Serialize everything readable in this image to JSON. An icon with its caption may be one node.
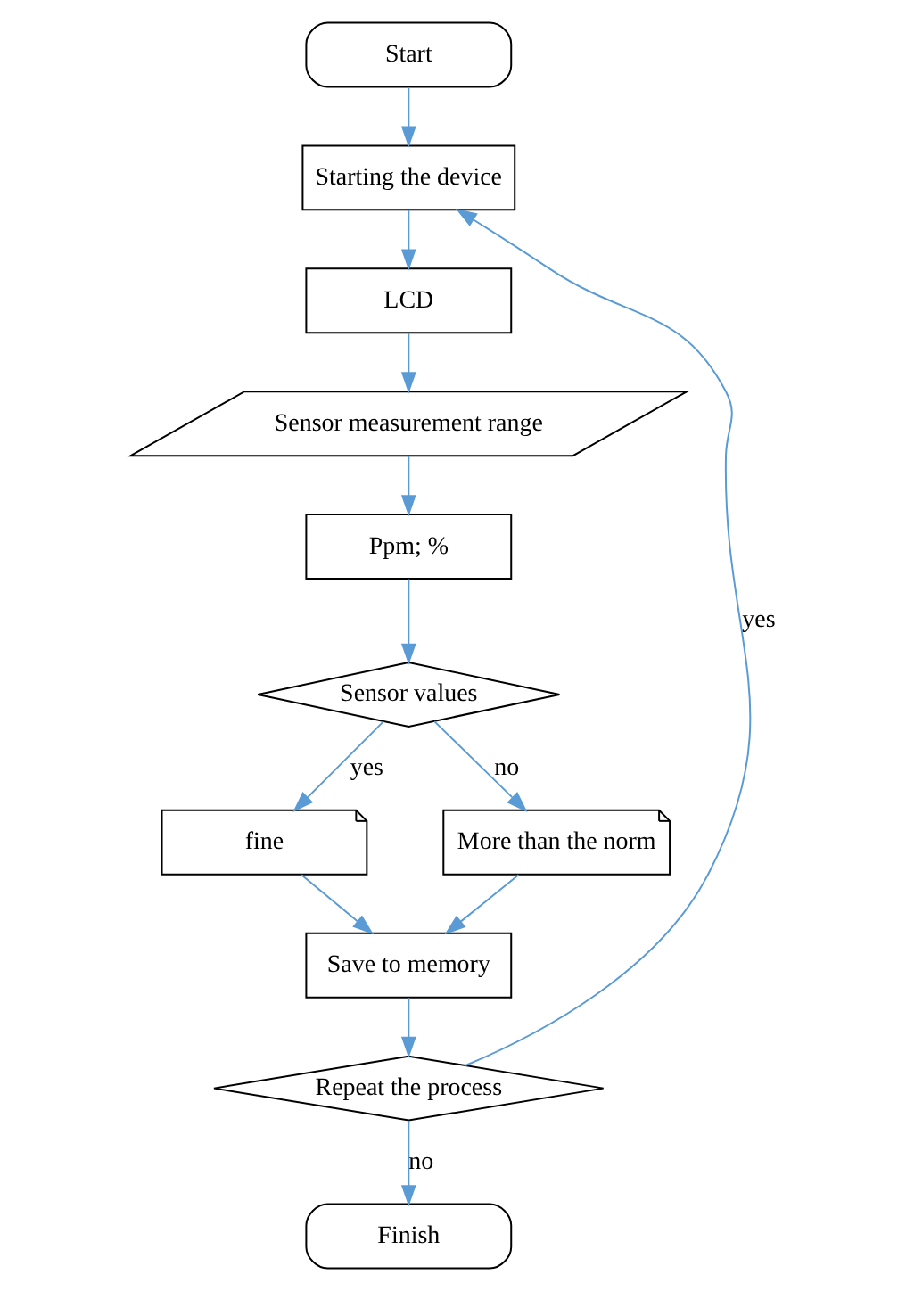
{
  "diagram": {
    "nodes": [
      {
        "text": [
          "Start"
        ]
      },
      {
        "text": [
          "Starting the device"
        ]
      },
      {
        "text": [
          "LCD"
        ]
      },
      {
        "text": [
          "Sensor measurement range"
        ]
      },
      {
        "text": [
          "Ppm; %"
        ]
      },
      {
        "text": [
          "Sensor values"
        ]
      },
      {
        "text": [
          "fine"
        ]
      },
      {
        "text": [
          "More than the norm"
        ]
      },
      {
        "text": [
          "Save to memory"
        ]
      },
      {
        "text": [
          "Repeat the process"
        ]
      },
      {
        "text": [
          "Finish"
        ]
      }
    ],
    "edges": [
      {
        "from": 0,
        "to": 1,
        "arrow": "to"
      },
      {
        "from": 1,
        "to": 2,
        "arrow": "to"
      },
      {
        "from": 2,
        "to": 3,
        "arrow": "to"
      },
      {
        "from": 3,
        "to": 4,
        "arrow": "to"
      },
      {
        "from": 4,
        "to": 5,
        "arrow": "to"
      },
      {
        "from": 5,
        "to": 6,
        "label": "yes",
        "arrow": "to"
      },
      {
        "from": 5,
        "to": 7,
        "label": "no",
        "arrow": "to"
      },
      {
        "from": 6,
        "to": 8,
        "arrow": "to"
      },
      {
        "from": 7,
        "to": 8,
        "arrow": "to"
      },
      {
        "from": 8,
        "to": 9,
        "arrow": "to"
      },
      {
        "from": 9,
        "to": 1,
        "label": "yes",
        "arrow": "to"
      },
      {
        "from": 9,
        "to": 10,
        "label": "no",
        "arrow": "to"
      }
    ]
  }
}
